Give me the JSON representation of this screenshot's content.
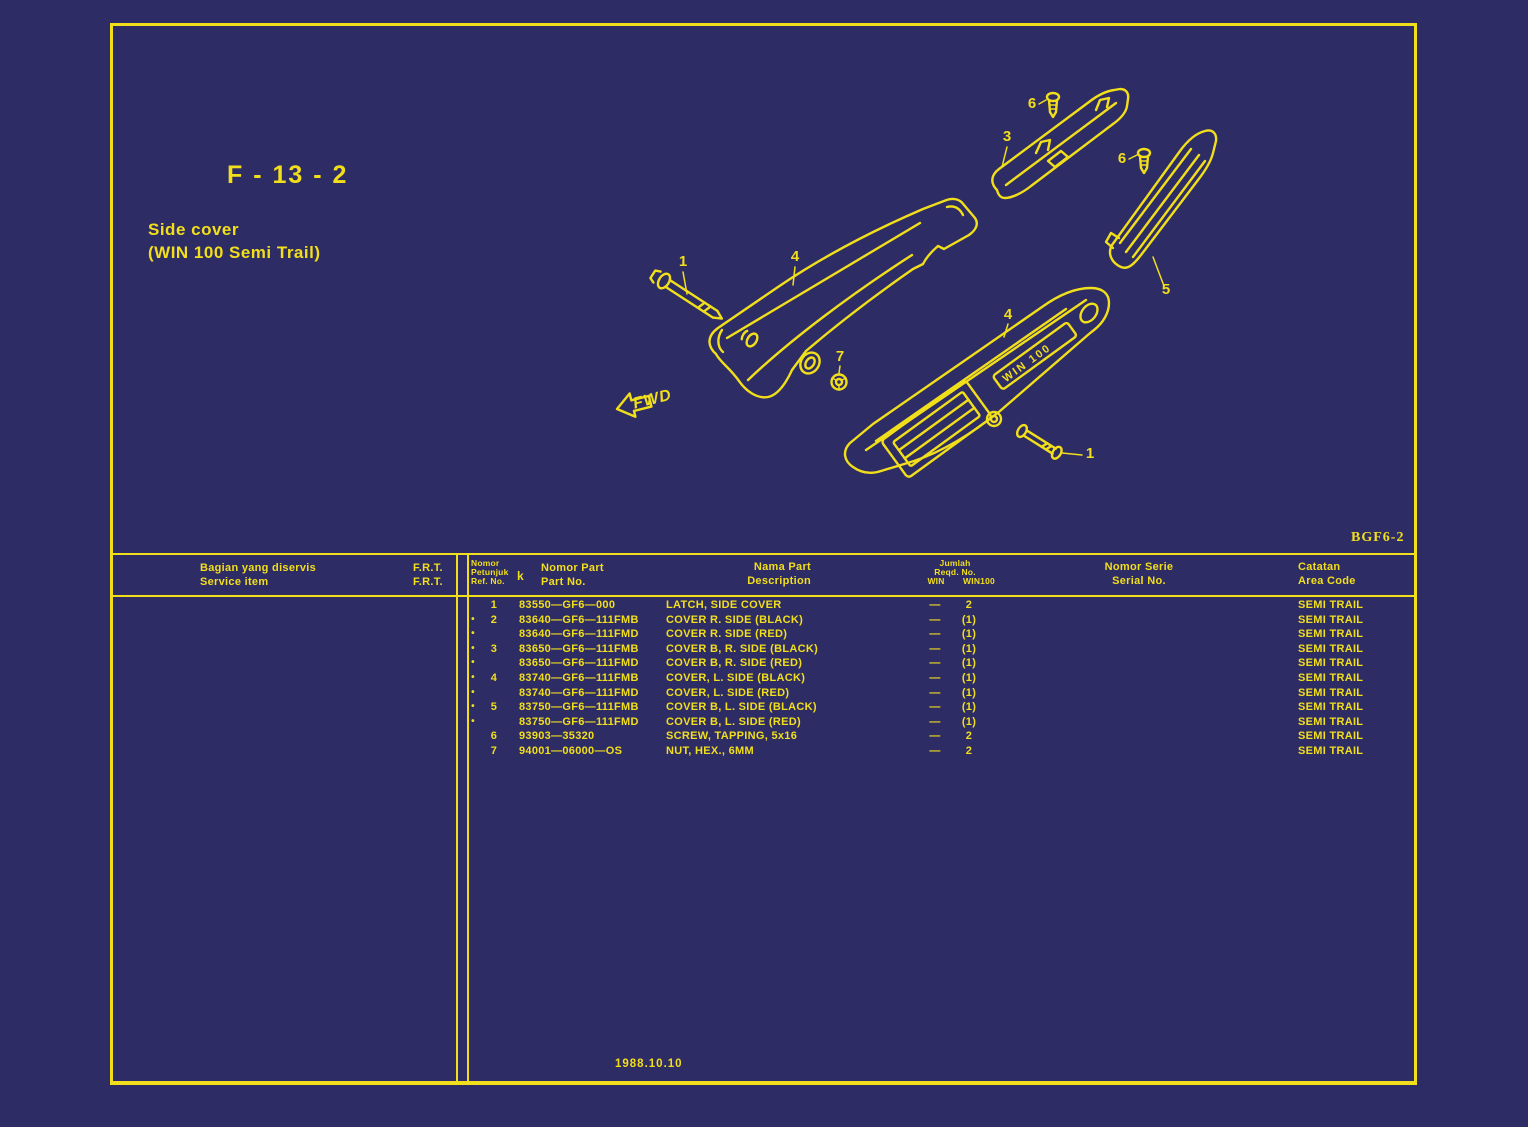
{
  "page": {
    "code": "F - 13 - 2",
    "subtitle1": "Side cover",
    "subtitle2": "(WIN 100 Semi Trail)",
    "doc_ref": "BGF6-2",
    "date": "1988.10.10",
    "colors": {
      "background": "#2e2c64",
      "ink": "#f2df1b"
    }
  },
  "diagram": {
    "fwd_label": "FWD",
    "cover_text": "WIN 100",
    "callouts": [
      "1",
      "4",
      "7",
      "6",
      "3",
      "6",
      "5",
      "4",
      "1"
    ]
  },
  "table": {
    "headers": {
      "service_item_id": "Bagian yang diservis",
      "service_item_en": "Service item",
      "frt1": "F.R.T.",
      "frt2": "F.R.T.",
      "ref_id1": "Nomor",
      "ref_id2": "Petunjuk",
      "ref_en": "Ref. No.",
      "stray": "k",
      "part_id": "Nomor Part",
      "part_en": "Part No.",
      "name_id": "Nama Part",
      "name_en": "Description",
      "qty_id": "Jumlah",
      "qty_en": "Reqd. No.",
      "qty_col1": "WIN",
      "qty_col2": "WIN100",
      "serial_id": "Nomor Serie",
      "serial_en": "Serial No.",
      "note_id": "Catatan",
      "note_en": "Area Code"
    },
    "rows": [
      {
        "star": "",
        "ref": "1",
        "part_no": "83550—GF6—000",
        "description": "LATCH, SIDE COVER",
        "qty_win": "—",
        "qty_win100": "2",
        "serial": "",
        "area_code": "SEMI TRAIL"
      },
      {
        "star": "•",
        "ref": "2",
        "part_no": "83640—GF6—111FMB",
        "description": "COVER R. SIDE (BLACK)",
        "qty_win": "—",
        "qty_win100": "(1)",
        "serial": "",
        "area_code": "SEMI TRAIL"
      },
      {
        "star": "•",
        "ref": "",
        "part_no": "83640—GF6—111FMD",
        "description": "COVER R. SIDE (RED)",
        "qty_win": "—",
        "qty_win100": "(1)",
        "serial": "",
        "area_code": "SEMI TRAIL"
      },
      {
        "star": "•",
        "ref": "3",
        "part_no": "83650—GF6—111FMB",
        "description": "COVER B, R. SIDE (BLACK)",
        "qty_win": "—",
        "qty_win100": "(1)",
        "serial": "",
        "area_code": "SEMI TRAIL"
      },
      {
        "star": "•",
        "ref": "",
        "part_no": "83650—GF6—111FMD",
        "description": "COVER B, R. SIDE (RED)",
        "qty_win": "—",
        "qty_win100": "(1)",
        "serial": "",
        "area_code": "SEMI TRAIL"
      },
      {
        "star": "•",
        "ref": "4",
        "part_no": "83740—GF6—111FMB",
        "description": "COVER, L. SIDE (BLACK)",
        "qty_win": "—",
        "qty_win100": "(1)",
        "serial": "",
        "area_code": "SEMI TRAIL"
      },
      {
        "star": "•",
        "ref": "",
        "part_no": "83740—GF6—111FMD",
        "description": "COVER, L. SIDE (RED)",
        "qty_win": "—",
        "qty_win100": "(1)",
        "serial": "",
        "area_code": "SEMI TRAIL"
      },
      {
        "star": "•",
        "ref": "5",
        "part_no": "83750—GF6—111FMB",
        "description": "COVER B, L. SIDE (BLACK)",
        "qty_win": "—",
        "qty_win100": "(1)",
        "serial": "",
        "area_code": "SEMI TRAIL"
      },
      {
        "star": "•",
        "ref": "",
        "part_no": "83750—GF6—111FMD",
        "description": "COVER B, L. SIDE (RED)",
        "qty_win": "—",
        "qty_win100": "(1)",
        "serial": "",
        "area_code": "SEMI TRAIL"
      },
      {
        "star": "",
        "ref": "6",
        "part_no": "93903—35320",
        "description": "SCREW, TAPPING, 5x16",
        "qty_win": "—",
        "qty_win100": "2",
        "serial": "",
        "area_code": "SEMI TRAIL"
      },
      {
        "star": "",
        "ref": "7",
        "part_no": "94001—06000—OS",
        "description": "NUT, HEX., 6MM",
        "qty_win": "—",
        "qty_win100": "2",
        "serial": "",
        "area_code": "SEMI TRAIL"
      }
    ]
  }
}
